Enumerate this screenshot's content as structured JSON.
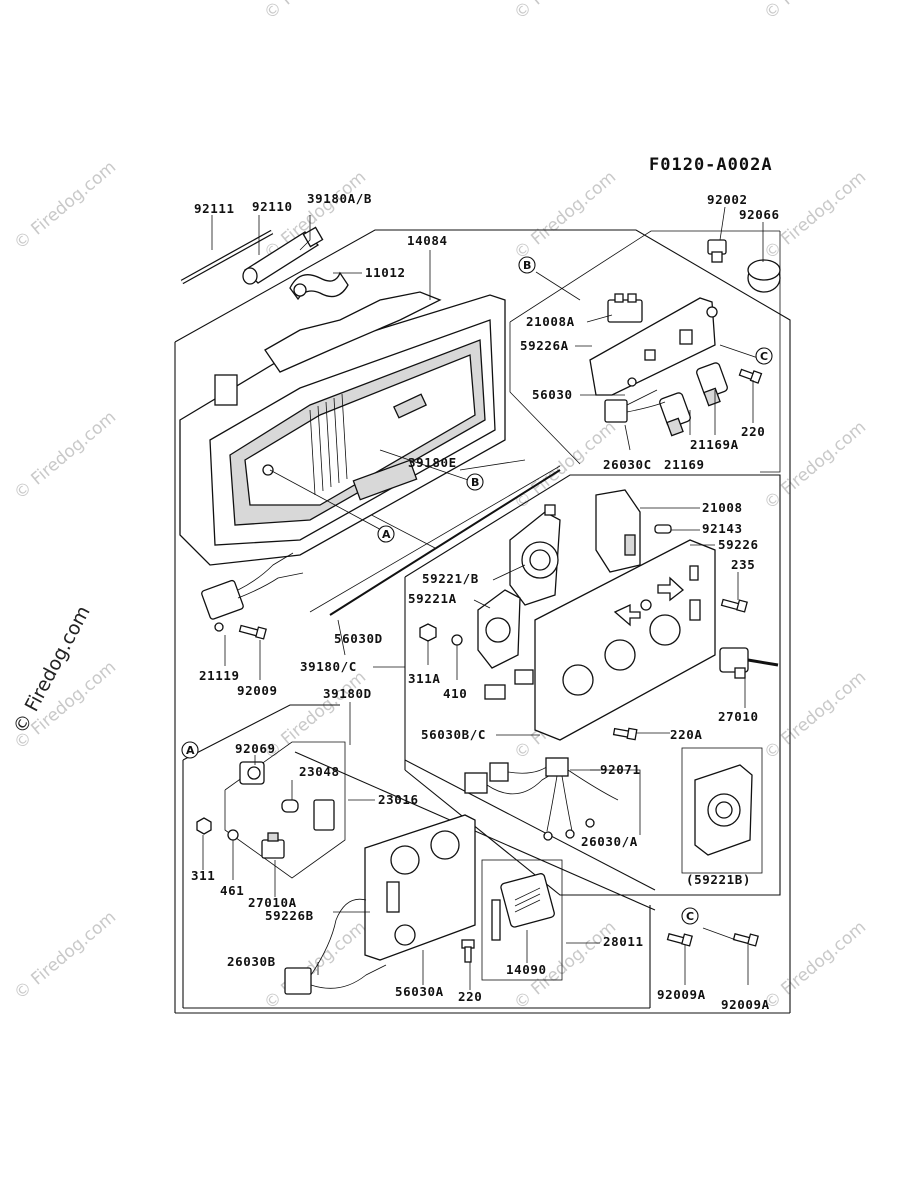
{
  "diagram_code": "F0120-A002A",
  "watermark": {
    "text": "© Firedog.com",
    "faint_text": "© Firedog.com"
  },
  "section_markers": {
    "A_main": "A",
    "B_main": "B",
    "B_panel": "B",
    "C_panel": "C",
    "A_box": "A",
    "C_box": "C"
  },
  "labels": {
    "p92111": "92111",
    "p92110": "92110",
    "p39180AB": "39180A/B",
    "p14084": "14084",
    "p11012": "11012",
    "p92002": "92002",
    "p92066": "92066",
    "p21008A": "21008A",
    "p59226A": "59226A",
    "p56030": "56030",
    "p220": "220",
    "p21169A": "21169A",
    "p26030C": "26030C",
    "p21169": "21169",
    "p39180E": "39180E",
    "p21008": "21008",
    "p92143": "92143",
    "p59226": "59226",
    "p59221B": "59221/B",
    "p59221A": "59221A",
    "p235": "235",
    "p56030D": "56030D",
    "p21119": "21119",
    "p92009": "92009",
    "p39180C": "39180/C",
    "p311A": "311A",
    "p410": "410",
    "p27010": "27010",
    "p39180D": "39180D",
    "p56030BC": "56030B/C",
    "p220A": "220A",
    "p92071": "92071",
    "p92069": "92069",
    "p23048": "23048",
    "p23016": "23016",
    "p26030A": "26030/A",
    "p59221B_box": "(59221B)",
    "p311": "311",
    "p461": "461",
    "p27010A": "27010A",
    "p59226B": "59226B",
    "p28011": "28011",
    "p26030B": "26030B",
    "p56030A": "56030A",
    "p220b": "220",
    "p14090": "14090",
    "p92009A_1": "92009A",
    "p92009A_2": "92009A"
  }
}
